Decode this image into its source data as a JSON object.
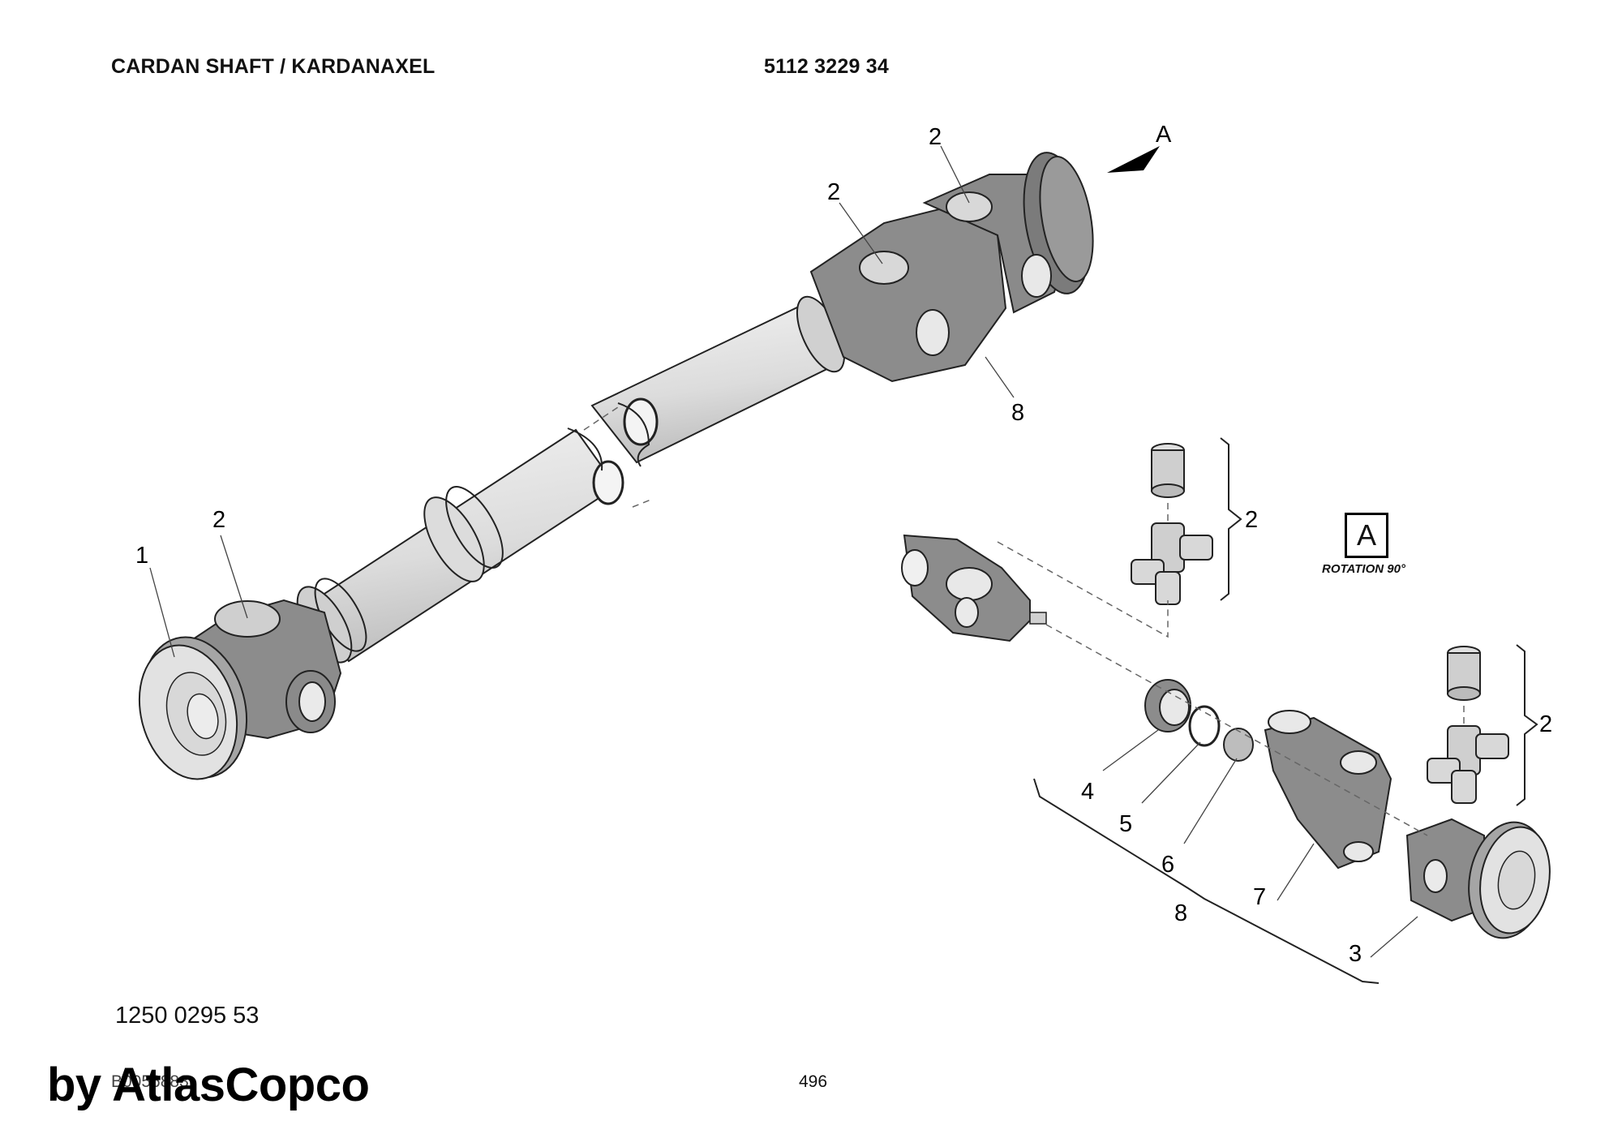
{
  "header": {
    "title": "CARDAN SHAFT / KARDANAXEL",
    "part_number": "5112 3229 34"
  },
  "view": {
    "arrow_label": "A",
    "box_label": "A",
    "rotation_label": "ROTATION 90°"
  },
  "callouts": {
    "c1": "1",
    "c2a": "2",
    "c2b": "2",
    "c2c": "2",
    "c2d": "2",
    "c2e": "2",
    "c3": "3",
    "c4": "4",
    "c5": "5",
    "c6": "6",
    "c7": "7",
    "c8a": "8",
    "c8b": "8"
  },
  "footer": {
    "drawing_number": "1250 0295 53",
    "ref_code": "B0056883",
    "page_number": "496",
    "watermark": "by AtlasCopco"
  },
  "colors": {
    "yoke_fill": "#8c8c8c",
    "tube_fill": "#e2e2e2",
    "flange_fill": "#d6d6d6",
    "line": "#222222",
    "dash": "#666666"
  }
}
